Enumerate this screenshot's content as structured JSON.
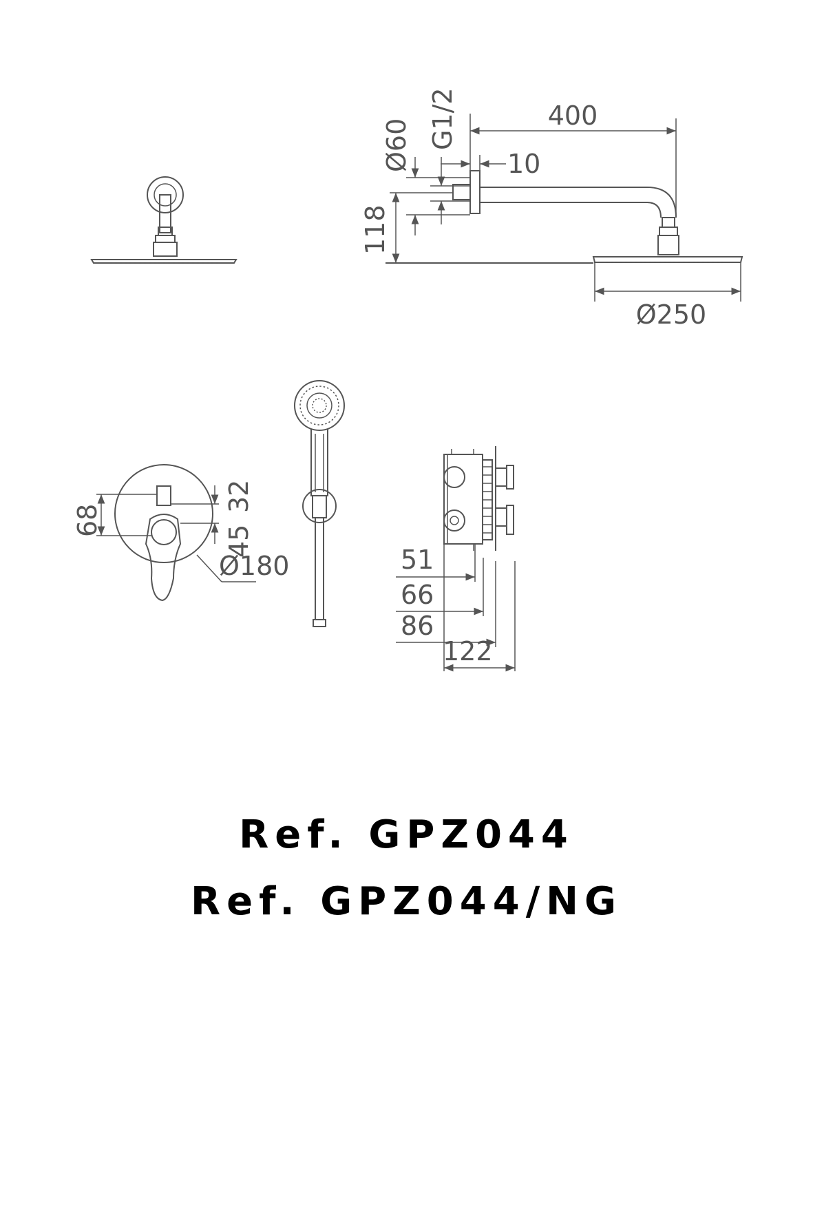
{
  "overhead_shower": {
    "arm_length": "400",
    "wall_flange_diameter": "Ø60",
    "thread": "G1/2",
    "flange_depth": "10",
    "height": "118",
    "head_diameter": "Ø250"
  },
  "mixer_plate": {
    "height_total": "68",
    "upper_offset": "32",
    "lower_offset": "45",
    "plate_diameter": "Ø180"
  },
  "embedded_box": {
    "depths": [
      "51",
      "66",
      "86",
      "122"
    ]
  },
  "references": [
    "Ref. GPZ044",
    "Ref. GPZ044/NG"
  ]
}
